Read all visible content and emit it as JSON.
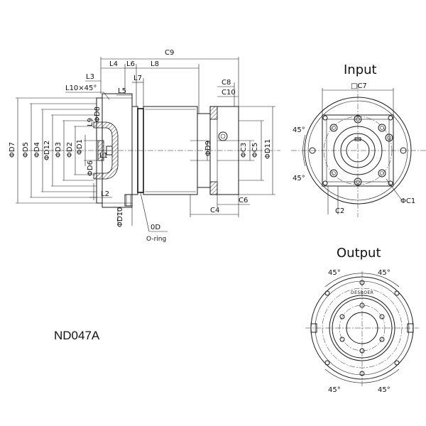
{
  "views": {
    "input_title": "Input",
    "output_title": "Output",
    "model": "ND047A",
    "brand": "DESBOER",
    "oring": "O-ring"
  },
  "dims_top": {
    "c9": "C9",
    "l4": "L4",
    "l6": "L6",
    "l8": "L8",
    "l3": "L3",
    "l7": "L7",
    "l10": "L10×45°",
    "l5": "L5",
    "c8": "C8",
    "c10": "C10"
  },
  "dims_side": {
    "d7": "ΦD7",
    "d5": "ΦD5",
    "d4": "ΦD4",
    "d12": "ΦD12",
    "d3": "ΦD3",
    "d2": "ΦD2",
    "d1": "ΦD1",
    "d6": "ΦD6",
    "d8": "ΦD8",
    "l9": "L9",
    "l1": "L1",
    "l2": "L2",
    "d10": "ΦD10",
    "od": "0D",
    "d9": "ΦD9",
    "c3": "ΦC3",
    "c5": "ΦC5",
    "d11": "ΦD11",
    "c4": "C4",
    "c6": "C6"
  },
  "dims_input": {
    "c7": "□C7",
    "a1": "45°",
    "a2": "45°",
    "c1": "ΦC1",
    "c2": "C2"
  },
  "dims_output": {
    "a1": "45°",
    "a2": "45°",
    "a3": "45°",
    "a4": "45°"
  }
}
